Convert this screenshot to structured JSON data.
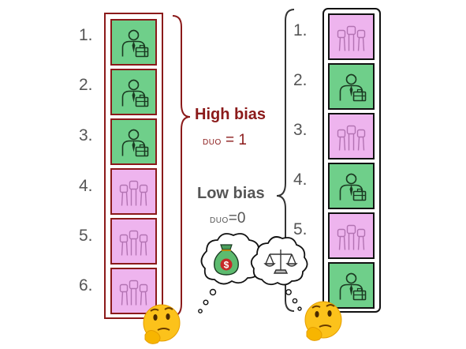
{
  "left_ranking": {
    "numbers": [
      "1.",
      "2.",
      "3.",
      "4.",
      "5.",
      "6."
    ],
    "items": [
      "worker-icon",
      "worker-icon",
      "worker-icon",
      "raised-fists-icon",
      "raised-fists-icon",
      "raised-fists-icon"
    ]
  },
  "right_ranking": {
    "numbers": [
      "1.",
      "2.",
      "3.",
      "4.",
      "5."
    ],
    "items": [
      "raised-fists-icon",
      "worker-icon",
      "raised-fists-icon",
      "worker-icon",
      "raised-fists-icon",
      "worker-icon"
    ]
  },
  "high_bias": {
    "label": "High bias",
    "metric_name": "duo",
    "metric_value": "= 1"
  },
  "low_bias": {
    "label": "Low bias",
    "metric_name": "duo",
    "metric_value": "=0"
  },
  "colors": {
    "worker_fill": "#6fcf8a",
    "fists_fill": "#eeb4ee",
    "left_border": "#8b1a1a",
    "right_border": "#111111",
    "high_bias_text": "#8b1a1a",
    "low_bias_text": "#555555"
  },
  "thought_icons": [
    "money-bag-icon",
    "scales-icon"
  ],
  "characters": [
    "thinking-face-emoji",
    "thinking-face-emoji"
  ]
}
